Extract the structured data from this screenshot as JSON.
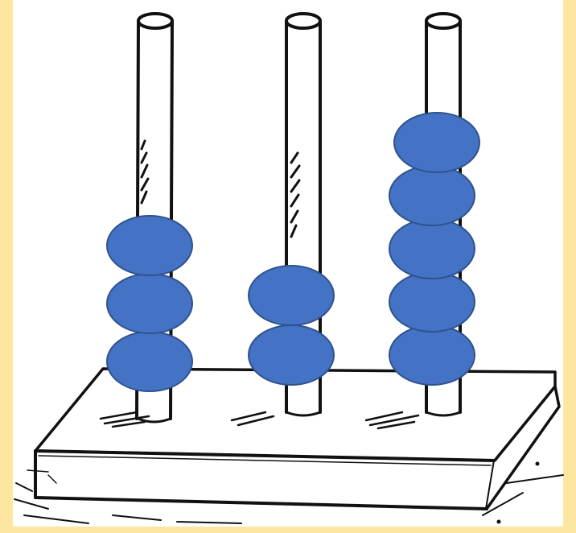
{
  "abacus": {
    "rods": [
      {
        "name": "left",
        "beads": 3
      },
      {
        "name": "middle",
        "beads": 2
      },
      {
        "name": "right",
        "beads": 5
      }
    ]
  },
  "colors": {
    "background": "#fde7a0",
    "canvas": "#ffffff",
    "bead_fill": "#4472c4",
    "bead_stroke": "#2f528f",
    "ink": "#111111"
  }
}
